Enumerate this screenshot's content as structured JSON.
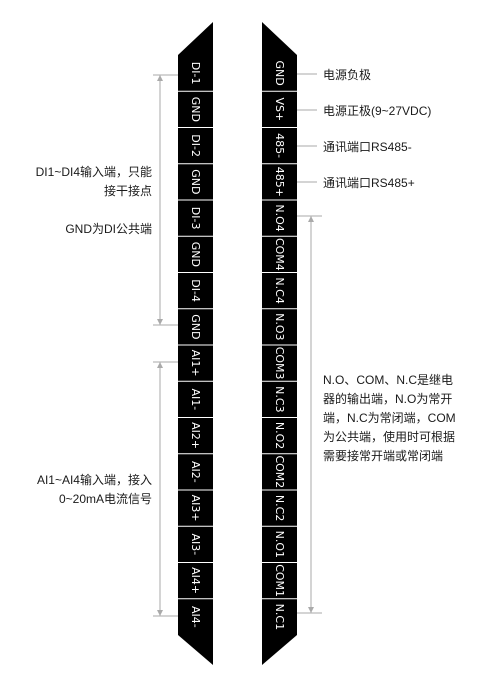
{
  "left_strip": {
    "pins": [
      "DI-1",
      "GND",
      "DI-2",
      "GND",
      "DI-3",
      "GND",
      "DI-4",
      "GND",
      "AI1+",
      "AI1-",
      "AI2+",
      "AI2-",
      "AI3+",
      "AI3-",
      "AI4+",
      "AI4-"
    ]
  },
  "right_strip": {
    "pins": [
      "GND",
      "VS+",
      "485-",
      "485+",
      "N.O4",
      "COM4",
      "N.C4",
      "N.O3",
      "COM3",
      "N.C3",
      "N.O2",
      "COM2",
      "N.C2",
      "N.O1",
      "COM1",
      "N.C1"
    ]
  },
  "right_labels": {
    "gnd": "电源负极",
    "vs": "电源正极(9~27VDC)",
    "rs485_minus": "通讯端口RS485-",
    "rs485_plus": "通讯端口RS485+"
  },
  "left_notes": {
    "di_line1": "DI1~DI4输入端，只能",
    "di_line2": "接干接点",
    "gnd_note": "GND为DI公共端",
    "ai_line1": "AI1~AI4输入端，接入",
    "ai_line2": "0~20mA电流信号"
  },
  "relay_note": {
    "line1": "N.O、COM、N.C是继电",
    "line2": "器的输出端，N.O为常开",
    "line3": "端，N.C为常闭端，COM",
    "line4": "为公共端，使用时可根据",
    "line5": "需要接常开端或常闭端"
  },
  "colors": {
    "strip": "#000000",
    "separator": "#ffffff",
    "leader": "#aaaaaa"
  }
}
